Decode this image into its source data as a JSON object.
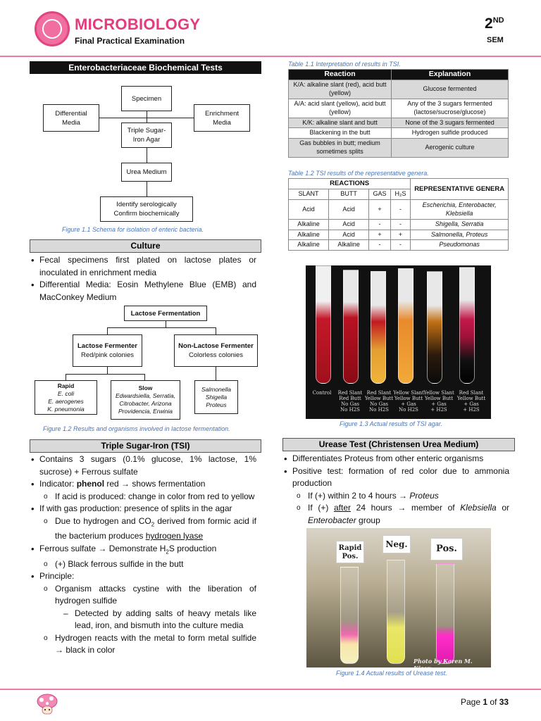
{
  "header": {
    "title": "MICROBIOLOGY",
    "subtitle": "Final Practical Examination",
    "sem_number": "2",
    "sem_suffix": "ND",
    "sem_label": "SEM"
  },
  "left": {
    "section_title": "Enterobacteriaceae Biochemical Tests",
    "flow1": {
      "specimen": "Specimen",
      "differential": "Differential Media",
      "enrichment": "Enrichment Media",
      "tsi": "Triple Sugar-Iron Agar",
      "urea": "Urea Medium",
      "identify_1": "Identify serologically",
      "identify_2": "Confirm biochemically",
      "caption": "Figure 1.1 Schema for isolation of enteric bacteria."
    },
    "culture": {
      "title": "Culture",
      "bullets": [
        "Fecal specimens first plated on lactose plates or inoculated in enrichment media",
        "Differential Media: Eosin Methylene Blue (EMB) and MacConkey Medium"
      ]
    },
    "flow2": {
      "root": "Lactose Fermentation",
      "lf_title": "Lactose Fermenter",
      "lf_sub": "Red/pink colonies",
      "nlf_title": "Non-Lactose Fermenter",
      "nlf_sub": "Colorless colonies",
      "rapid_title": "Rapid",
      "rapid_items": [
        "E. coli",
        "E. aerogenes",
        "K. pneumonia"
      ],
      "slow_title": "Slow",
      "slow_items": [
        "Edwardsiella, Serratia,",
        "Citrobacter, Arizona",
        "Providencia, Erwinia"
      ],
      "nlf_items": [
        "Salmonella",
        "Shigella",
        "Proteus"
      ],
      "caption": "Figure 1.2 Results and organisms involved in lactose fermentation."
    },
    "tsi": {
      "title": "Triple Sugar-Iron (TSI)",
      "b1": "Contains 3 sugars (0.1% glucose, 1% lactose, 1% sucrose) + Ferrous sulfate",
      "b2_pre": "Indicator: ",
      "b2_bold": "phenol",
      "b2_post": " red → shows fermentation",
      "b2_sub": "If acid is produced: change in color from red to yellow",
      "b3": "If with gas production: presence of splits in the agar",
      "b3_sub_pre": "Due to hydrogen and CO",
      "b3_sub_sub": "2",
      "b3_sub_mid": " derived from formic acid if the bacterium produces ",
      "b3_sub_u": "hydrogen lyase",
      "b4_pre": "Ferrous sulfate → Demonstrate H",
      "b4_sub": "2",
      "b4_post": "S production",
      "b4_sub_item": "(+) Black ferrous sulfide in the butt",
      "b5": "Principle:",
      "b5_sub1": "Organism attacks cystine with the liberation of hydrogen sulfide",
      "b5_sub1_dash": "Detected by adding salts of heavy metals like lead, iron, and bismuth into the culture media",
      "b5_sub2": "Hydrogen reacts with the metal to form metal sulfide → black in color"
    }
  },
  "right": {
    "table1": {
      "caption": "Table 1.1 Interpretation of results in TSI.",
      "headers": [
        "Reaction",
        "Explanation"
      ],
      "rows": [
        [
          "K/A: alkaline slant (red), acid butt (yellow)",
          "Glucose fermented"
        ],
        [
          "A/A: acid slant (yellow), acid butt (yellow)",
          "Any of the 3 sugars fermented (lactose/sucrose/glucose)"
        ],
        [
          "K/K: alkaline slant and butt",
          "None of the 3 sugars fermented"
        ],
        [
          "Blackening in the butt",
          "Hydrogen sulfide produced"
        ],
        [
          "Gas bubbles in butt; medium sometimes splits",
          "Aerogenic culture"
        ]
      ]
    },
    "table2": {
      "caption": "Table 1.2 TSI results of the representative genera.",
      "reactions": "REACTIONS",
      "genera": "REPRESENTATIVE GENERA",
      "sub": [
        "SLANT",
        "BUTT",
        "GAS",
        "H₂S"
      ],
      "rows": [
        [
          "Acid",
          "Acid",
          "+",
          "-",
          "Escherichia, Enterobacter, Klebsiella"
        ],
        [
          "Alkaline",
          "Acid",
          "-",
          "-",
          "Shigella, Serratia"
        ],
        [
          "Alkaline",
          "Acid",
          "+",
          "+",
          "Salmonella, Proteus"
        ],
        [
          "Alkaline",
          "Alkaline",
          "-",
          "-",
          "Pseudomonas"
        ]
      ]
    },
    "photo_tsi": {
      "labels": [
        [
          "Control"
        ],
        [
          "Red Slant",
          "Red Butt",
          "No Gas",
          "No H2S"
        ],
        [
          "Red Slant",
          "Yellow Butt",
          "No Gas",
          "No H2S"
        ],
        [
          "Yellow Slant",
          "Yellow Butt",
          "+ Gas",
          "No H2S"
        ],
        [
          "Yellow Slant",
          "Yellow Butt",
          "+ Gas",
          "+ H2S"
        ],
        [
          "Red Slant",
          "Yellow Butt",
          "+ Gas",
          "+ H2S"
        ]
      ],
      "caption": "Figure 1.3 Actual results of TSI agar."
    },
    "urease": {
      "title": "Urease Test (Christensen Urea Medium)",
      "b1": "Differentiates Proteus from other enteric organisms",
      "b2": "Positive test: formation of red color due to ammonia production",
      "s1_pre": "If (+) within 2 to 4 hours → ",
      "s1_it": "Proteus",
      "s2_pre": "If (+) ",
      "s2_u": "after",
      "s2_mid": " 24 hours → member of ",
      "s2_it1": "Klebsiella",
      "s2_or": " or ",
      "s2_it2": "Enterobacter",
      "s2_post": " group"
    },
    "photo_urea": {
      "label_rapid": [
        "Rapid",
        "Pos."
      ],
      "label_neg": "Neg.",
      "label_pos": "Pos.",
      "credit": "Photo by Karen M. Kiser",
      "caption": "Figure 1.4 Actual results of Urease test."
    }
  },
  "footer": {
    "page_prefix": "Page ",
    "page_num": "1",
    "page_mid": " of ",
    "page_total": "33"
  }
}
